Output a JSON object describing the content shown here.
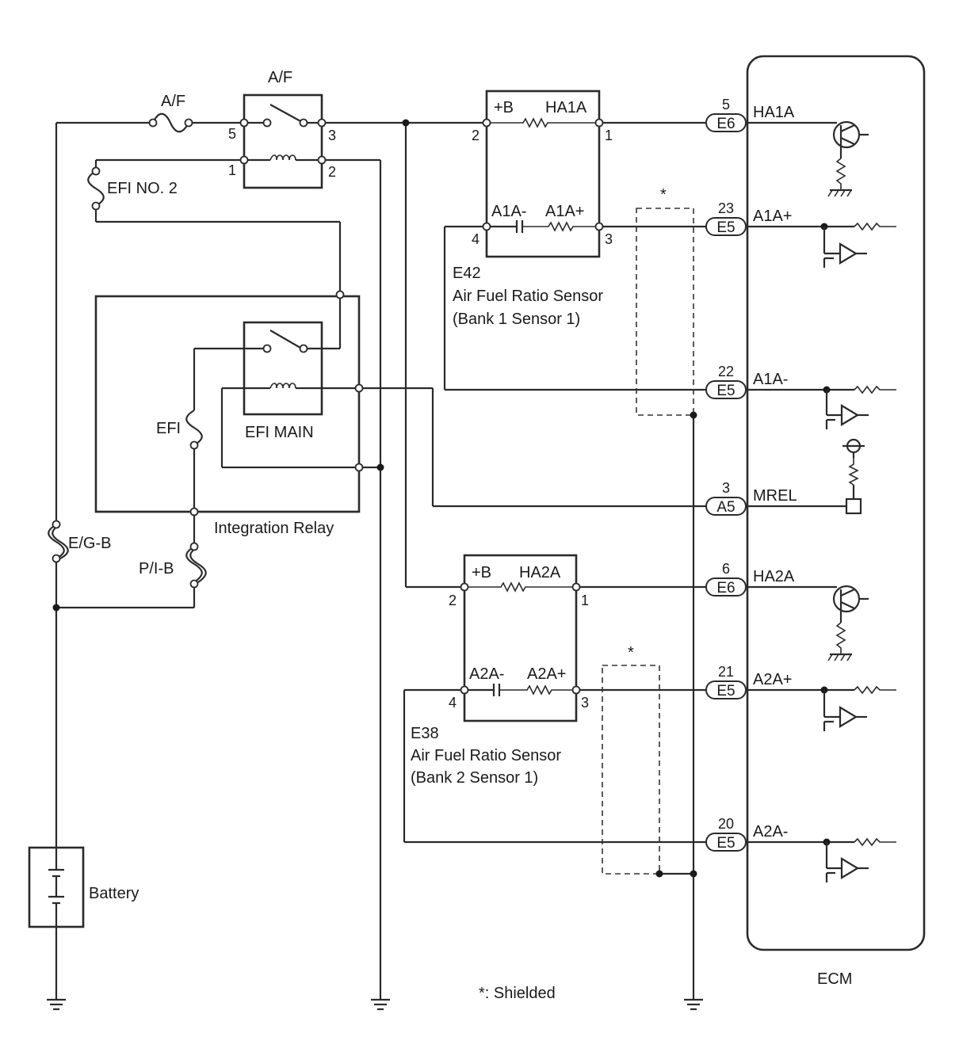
{
  "fuses": {
    "af_fuse": "A/F",
    "efi_no2": "EFI NO. 2",
    "efi": "EFI",
    "eg_b": "E/G-B",
    "pi_b": "P/I-B"
  },
  "relays": {
    "af_relay": "A/F",
    "efi_main": "EFI MAIN",
    "integration_relay": "Integration Relay"
  },
  "af_relay_pins": {
    "p5": "5",
    "p3": "3",
    "p1": "1",
    "p2": "2"
  },
  "battery": "Battery",
  "shield_mark": "*",
  "shield_note": "*: Shielded",
  "ecm": {
    "label": "ECM"
  },
  "sensors": [
    {
      "id": "E42",
      "name": "Air Fuel Ratio Sensor",
      "position": "(Bank 1 Sensor 1)",
      "plus_b": "+B",
      "heater": "HA1A",
      "neg": "A1A-",
      "pos": "A1A+",
      "pins": {
        "p2": "2",
        "p1": "1",
        "p4": "4",
        "p3": "3"
      }
    },
    {
      "id": "E38",
      "name": "Air Fuel Ratio Sensor",
      "position": "(Bank 2 Sensor 1)",
      "plus_b": "+B",
      "heater": "HA2A",
      "neg": "A2A-",
      "pos": "A2A+",
      "pins": {
        "p2": "2",
        "p1": "1",
        "p4": "4",
        "p3": "3"
      }
    }
  ],
  "ecm_terminals": [
    {
      "pin": "5",
      "connector": "E6",
      "signal": "HA1A"
    },
    {
      "pin": "23",
      "connector": "E5",
      "signal": "A1A+"
    },
    {
      "pin": "22",
      "connector": "E5",
      "signal": "A1A-"
    },
    {
      "pin": "3",
      "connector": "A5",
      "signal": "MREL"
    },
    {
      "pin": "6",
      "connector": "E6",
      "signal": "HA2A"
    },
    {
      "pin": "21",
      "connector": "E5",
      "signal": "A2A+"
    },
    {
      "pin": "20",
      "connector": "E5",
      "signal": "A2A-"
    }
  ]
}
